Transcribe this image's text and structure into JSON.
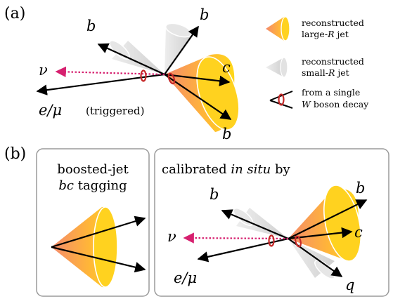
{
  "panel_a": {
    "label": "(a)",
    "particles": {
      "b_upper_left": "b",
      "b_top": "b",
      "c": "c",
      "b_bottom": "b",
      "nu": "ν",
      "lepton": "e/μ",
      "lepton_note": "(triggered)"
    },
    "legend": {
      "large_r_line1": "reconstructed",
      "large_r_prefix": "large-",
      "large_r_R": "R",
      "large_r_suffix": " jet",
      "small_r_line1": "reconstructed",
      "small_r_prefix": "small-",
      "small_r_R": "R",
      "small_r_suffix": " jet",
      "w_line1": "from a single",
      "w_W": "W",
      "w_suffix": " boson decay"
    }
  },
  "panel_b": {
    "label": "(b)",
    "left_box": {
      "line1": "boosted-jet",
      "line2_italic": "bc",
      "line2_rest": " tagging"
    },
    "right_box": {
      "title_prefix": "calibrated ",
      "title_italic": "in situ",
      "title_suffix": " by",
      "particles": {
        "b_left": "b",
        "b_right": "b",
        "c": "c",
        "q": "q",
        "nu": "ν",
        "lepton": "e/μ"
      }
    }
  },
  "colors": {
    "large_jet_start": "#f4956a",
    "large_jet_end": "#ffd21f",
    "small_jet": "#d6d6d6",
    "neutrino": "#d6206f",
    "w_ring": "#c62828",
    "box_border": "#9a9a9a"
  }
}
